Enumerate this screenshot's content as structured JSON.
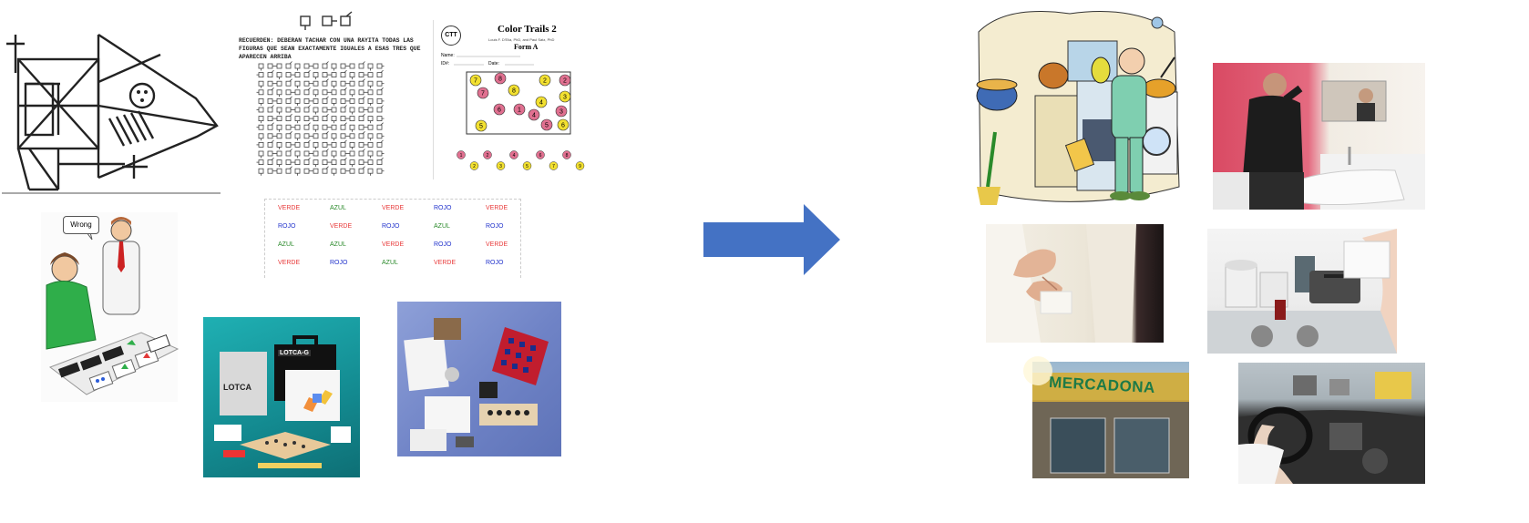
{
  "colors": {
    "arrow": "#4472c4",
    "verde": "#e83a3a",
    "azul": "#2a8a2a",
    "rojo": "#2233cc",
    "pink_circle": "#e07090",
    "yellow_circle": "#f2e030"
  },
  "rey_figure": {
    "label": ""
  },
  "cancellation": {
    "header": "RECUERDEN: DEBERAN TACHAR CON UNA RAYITA TODAS LAS FIGURAS QUE SEAN EXACTAMENTE IGUALES A ESAS TRES QUE APARECEN ARRIBA"
  },
  "color_trails": {
    "logo": "CTT",
    "title": "Color Trails 2",
    "authors": "Louis F. D'Elia, PhD, and Paul Satz, PhD",
    "form": "Form A",
    "name_label": "Name:",
    "id_label": "ID#:",
    "date_label": "Date:",
    "circles": [
      "7",
      "8",
      "2",
      "2",
      "7",
      "8",
      "3",
      "4",
      "6",
      "1",
      "4",
      "3",
      "5",
      "5",
      "6"
    ],
    "bottom_row": [
      "1",
      "2",
      "2",
      "3",
      "4",
      "5",
      "6",
      "7",
      "8",
      "9"
    ]
  },
  "stroop": {
    "rows": [
      [
        "VERDE",
        "AZUL",
        "VERDE",
        "ROJO",
        "VERDE"
      ],
      [
        "ROJO",
        "VERDE",
        "ROJO",
        "AZUL",
        "ROJO"
      ],
      [
        "AZUL",
        "AZUL",
        "VERDE",
        "ROJO",
        "VERDE"
      ],
      [
        "VERDE",
        "ROJO",
        "AZUL",
        "VERDE",
        "ROJO"
      ]
    ],
    "colors": [
      [
        "verde",
        "azul",
        "verde",
        "rojo",
        "verde"
      ],
      [
        "rojo",
        "verde",
        "rojo",
        "azul",
        "rojo"
      ],
      [
        "azul",
        "azul",
        "verde",
        "rojo",
        "verde"
      ],
      [
        "verde",
        "rojo",
        "azul",
        "verde",
        "rojo"
      ]
    ]
  },
  "wcst": {
    "speech": "Wrong"
  },
  "lotca": {
    "box_label": "LOTCA-G",
    "book_label": "LOTCA"
  },
  "supermarket": {
    "sign": "MERCADONA"
  },
  "arrow": {
    "icon": "arrow-right-icon"
  }
}
